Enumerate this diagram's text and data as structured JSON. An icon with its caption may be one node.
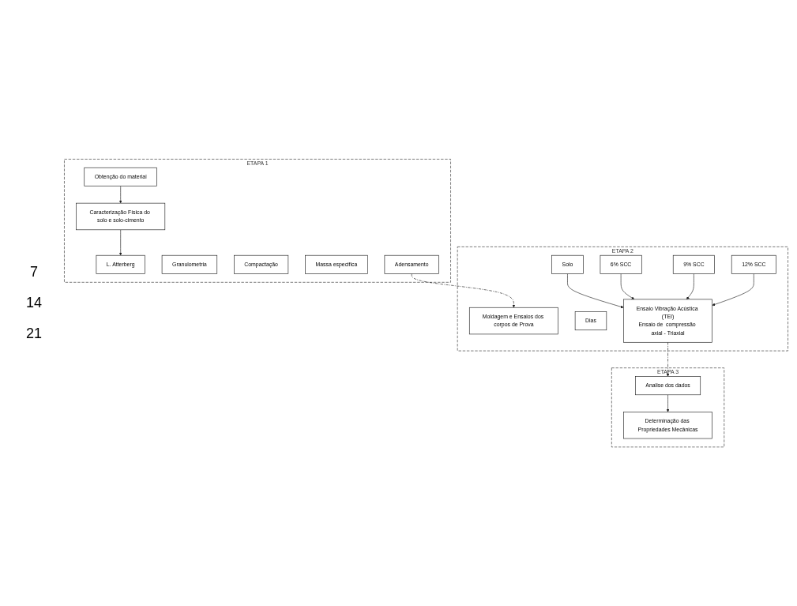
{
  "diagram": {
    "nodes": [
      {
        "text": [
          "ETAPA 1"
        ]
      },
      {
        "text": [
          "Obtenção do material"
        ],
        "in": 0
      },
      {
        "text": [
          "Caracterização Física do solo e solo-cimento"
        ],
        "in": 0
      },
      {
        "text": [
          "L. Atterberg"
        ],
        "in": 0
      },
      {
        "text": [
          "Granulometria"
        ],
        "in": 0
      },
      {
        "text": [
          "Compactação"
        ],
        "in": 0
      },
      {
        "text": [
          "Massa especifica"
        ],
        "in": 0
      },
      {
        "text": [
          "Adensamento"
        ],
        "in": 0
      },
      {
        "text": [
          "ETAPA 2"
        ]
      },
      {
        "text": [
          "Moldagem e Ensaios dos corpos de Prova"
        ],
        "in": 8
      },
      {
        "text": [
          "Dias"
        ],
        "in": 8
      },
      {
        "text": [
          "Solo"
        ],
        "in": 8
      },
      {
        "text": [
          "6% SCC"
        ],
        "in": 8
      },
      {
        "text": [
          "9% SCC"
        ],
        "in": 8
      },
      {
        "text": [
          "12% SCC"
        ],
        "in": 8
      },
      {
        "text": [
          "Ensaio Vibração Acústica (TEI)",
          "Ensaio de  compressão axial - Triaxial"
        ],
        "in": 8
      },
      {
        "text": [
          "ETAPA 3"
        ]
      },
      {
        "text": [
          "Analise dos dados"
        ],
        "in": 16
      },
      {
        "text": [
          "Determinação das Propriedades Mecânicas"
        ],
        "in": 16
      }
    ],
    "edges": [
      {
        "from": 1,
        "to": 2,
        "arrow": "to"
      },
      {
        "from": 2,
        "to": 3,
        "arrow": "to"
      },
      {
        "from": 7,
        "to": 9,
        "arrow": "to",
        "style": "dashed"
      },
      {
        "from": 11,
        "to": 15,
        "arrow": "to"
      },
      {
        "from": 12,
        "to": 15,
        "arrow": "to"
      },
      {
        "from": 13,
        "to": 15,
        "arrow": "to"
      },
      {
        "from": 14,
        "to": 15,
        "arrow": "to"
      },
      {
        "from": 15,
        "to": 17,
        "arrow": "to",
        "style": "dashed"
      },
      {
        "from": 17,
        "to": 18,
        "arrow": "to"
      }
    ],
    "labels": [
      "7",
      "14",
      "21"
    ]
  }
}
